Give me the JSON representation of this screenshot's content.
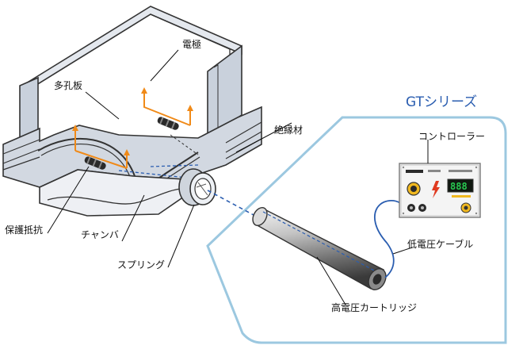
{
  "series_title": "GTシリーズ",
  "labels": {
    "perforated_plate": "多孔板",
    "electrode": "電極",
    "insulator": "絶縁材",
    "protective_resistor": "保護抵抗",
    "chamber": "チャンバ",
    "spring": "スプリング",
    "controller": "コントローラー",
    "low_voltage_cable": "低電圧ケーブル",
    "hv_cartridge": "高電圧カートリッジ"
  },
  "controller_display": "888",
  "colors": {
    "accent_blue": "#2a5db0",
    "frame_blue": "#9cc8e0",
    "orange": "#f08a18",
    "display_green": "#28c850"
  }
}
